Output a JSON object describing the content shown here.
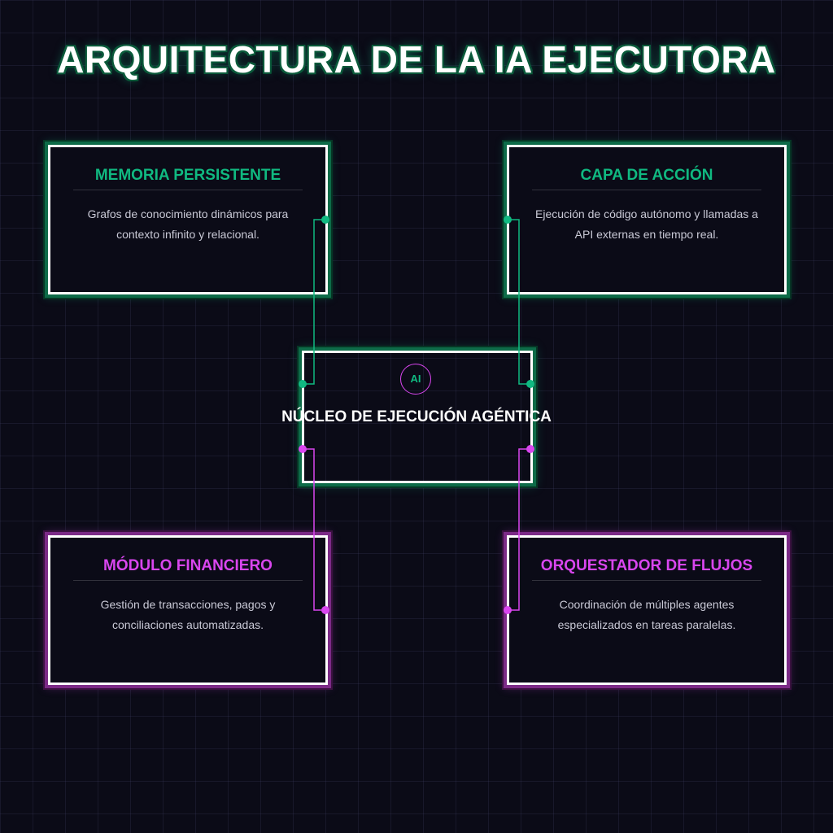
{
  "title": "ARQUITECTURA DE LA IA EJECUTORA",
  "colors": {
    "accent_green": "#10b981",
    "accent_pink": "#d946ef",
    "background": "#0b0b17",
    "text": "#c9c9d6"
  },
  "core": {
    "badge": "AI",
    "title": "NÚCLEO DE EJECUCIÓN AGÉNTICA"
  },
  "modules": [
    {
      "title": "MEMORIA PERSISTENTE",
      "description": "Grafos de conocimiento dinámicos para contexto infinito y relacional.",
      "color": "#10b981"
    },
    {
      "title": "CAPA DE ACCIÓN",
      "description": "Ejecución de código autónomo y llamadas a API externas en tiempo real.",
      "color": "#10b981"
    },
    {
      "title": "MÓDULO FINANCIERO",
      "description": "Gestión de transacciones, pagos y conciliaciones automatizadas.",
      "color": "#d946ef"
    },
    {
      "title": "ORQUESTADOR DE FLUJOS",
      "description": "Coordinación de múltiples agentes especializados en tareas paralelas.",
      "color": "#d946ef"
    }
  ]
}
